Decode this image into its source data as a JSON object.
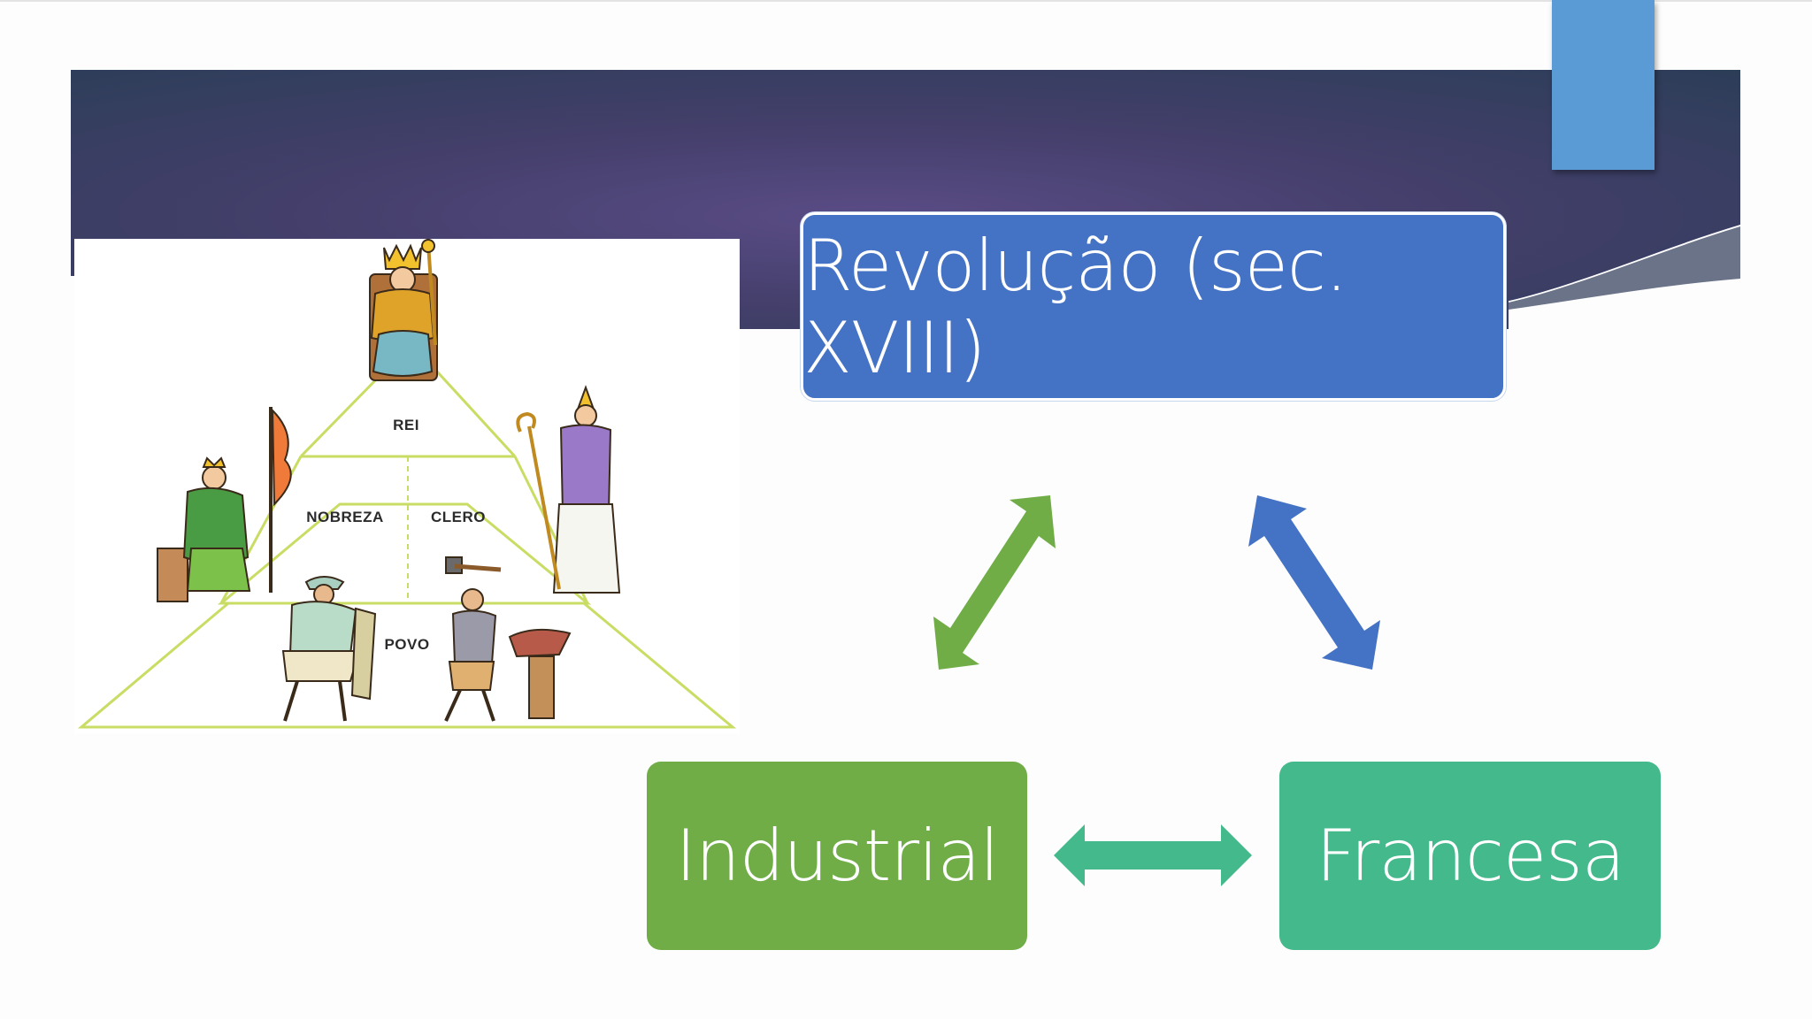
{
  "diagram": {
    "nodes": {
      "top": {
        "label": "Revolução (sec. XVIII)",
        "color": "#4472c4"
      },
      "left": {
        "label": "Industrial",
        "color": "#70ad47"
      },
      "right": {
        "label": "Francesa",
        "color": "#43b98c"
      }
    },
    "arrows": [
      {
        "from": "top",
        "to": "left",
        "direction": "bidirectional",
        "color": "#70ad47"
      },
      {
        "from": "top",
        "to": "right",
        "direction": "bidirectional",
        "color": "#4472c4"
      },
      {
        "from": "left",
        "to": "right",
        "direction": "bidirectional",
        "color": "#43b98c"
      }
    ]
  },
  "pyramid": {
    "labels": {
      "rei": "REI",
      "nobreza": "NOBREZA",
      "clero": "CLERO",
      "povo": "POVO"
    }
  },
  "theme": {
    "banner_color": "#3b3f63",
    "accent_color": "#5b9bd5"
  }
}
